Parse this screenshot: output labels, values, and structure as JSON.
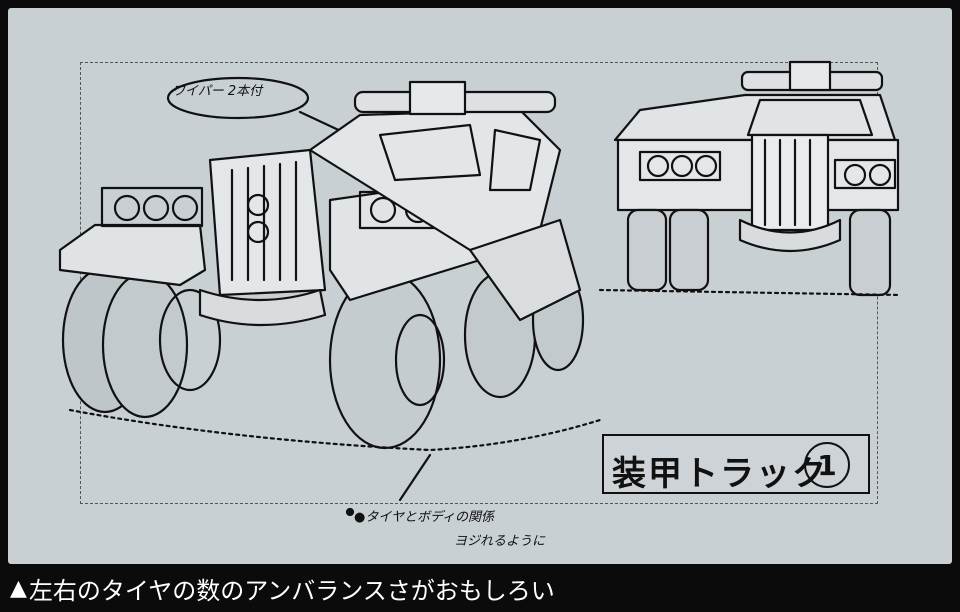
{
  "caption": {
    "title": "装甲トラック",
    "number": "1"
  },
  "notes": {
    "top": "ワイパー 2本付",
    "bottom_line1": "●タイヤとボディの関係",
    "bottom_line2": "ヨジれるように"
  },
  "footer": {
    "marker": "▲",
    "text": "左右のタイヤの数のアンバランスさがおもしろい"
  },
  "colors": {
    "paper": "#c9d0d3",
    "ink": "#111111",
    "background": "#0b0b0b",
    "footer_text": "#ffffff"
  }
}
